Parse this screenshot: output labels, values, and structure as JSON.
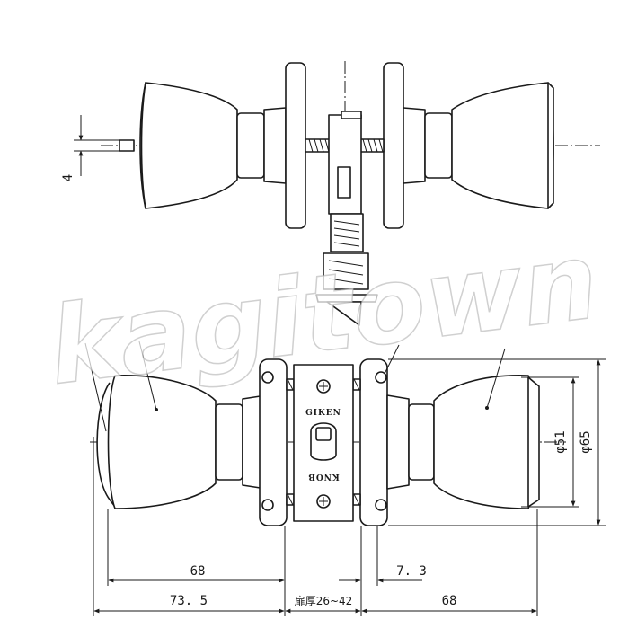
{
  "drawing": {
    "dimensions": {
      "spindle_offset": "4",
      "rose_diameter_inner": "φ51",
      "rose_diameter_outer": "φ65",
      "knob_length_left": "68",
      "knob_projection_left": "73. 5",
      "backset_offset": "7. 3",
      "knob_length_right": "68",
      "door_thickness": "扉厚26~42"
    },
    "latch_plate": {
      "maker_top": "GIKEN",
      "maker_bottom": "KNOB"
    }
  },
  "watermark": {
    "text": "kagitown"
  }
}
